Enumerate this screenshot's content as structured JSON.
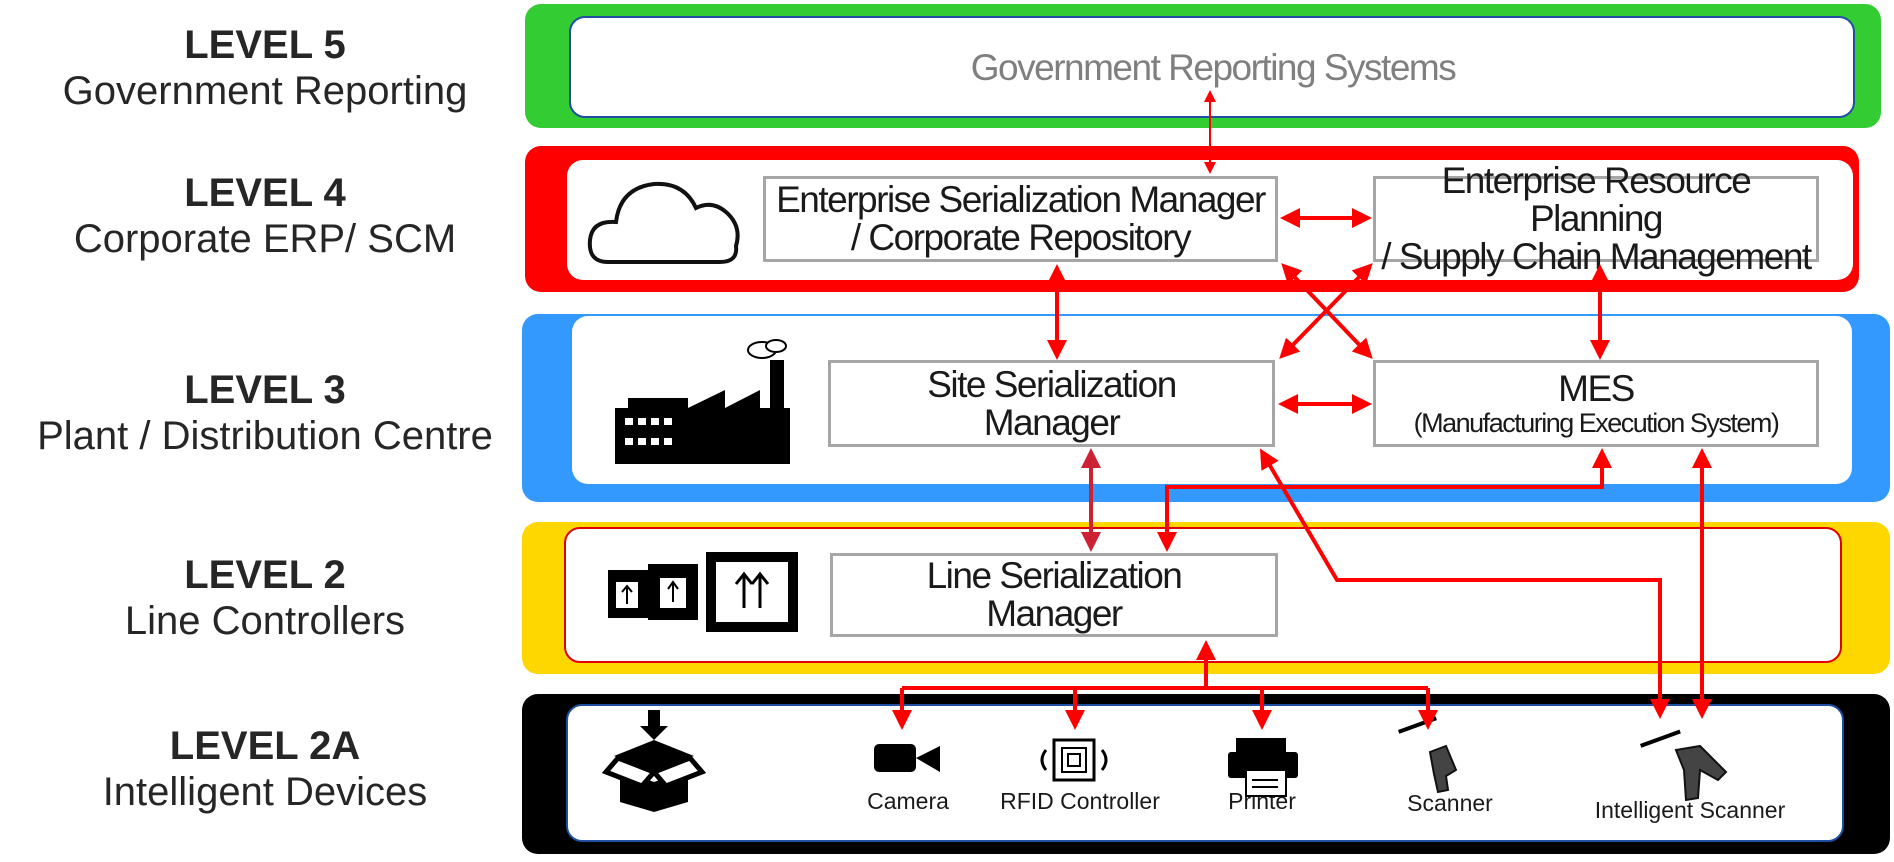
{
  "levels": [
    {
      "level": "LEVEL 5",
      "name": "Government Reporting"
    },
    {
      "level": "LEVEL 4",
      "name": "Corporate ERP/ SCM"
    },
    {
      "level": "LEVEL 3",
      "name": "Plant / Distribution Centre"
    },
    {
      "level": "LEVEL 2",
      "name": "Line Controllers"
    },
    {
      "level": "LEVEL 2A",
      "name": "Intelligent Devices"
    }
  ],
  "nodes": {
    "government": "Government Reporting Systems",
    "esm": "Enterprise Serialization  Manager\n/ Corporate Repository",
    "erp": "Enterprise Resource Planning\n/ Supply Chain Management",
    "site": "Site Serialization\nManager",
    "mes": "MES",
    "mes_sub": "(Manufacturing Execution System)",
    "line": "Line Serialization\nManager"
  },
  "devices": [
    "Camera",
    "RFID Controller",
    "Printer",
    "Scanner",
    "Intelligent Scanner"
  ],
  "colors": {
    "level5": "#33cc33",
    "level4": "#ff0000",
    "level3": "#3399ff",
    "level2": "#ffd700",
    "level2a": "#000000",
    "arrow": "#ff0000",
    "arrow_dark": "#cc2233",
    "node_border": "#a6a6a6"
  },
  "icons": [
    "cloud-icon",
    "factory-icon",
    "packages-icon",
    "package-drop-icon",
    "camera-icon",
    "rfid-icon",
    "printer-icon",
    "scanner-icon",
    "intelligent-scanner-icon"
  ]
}
